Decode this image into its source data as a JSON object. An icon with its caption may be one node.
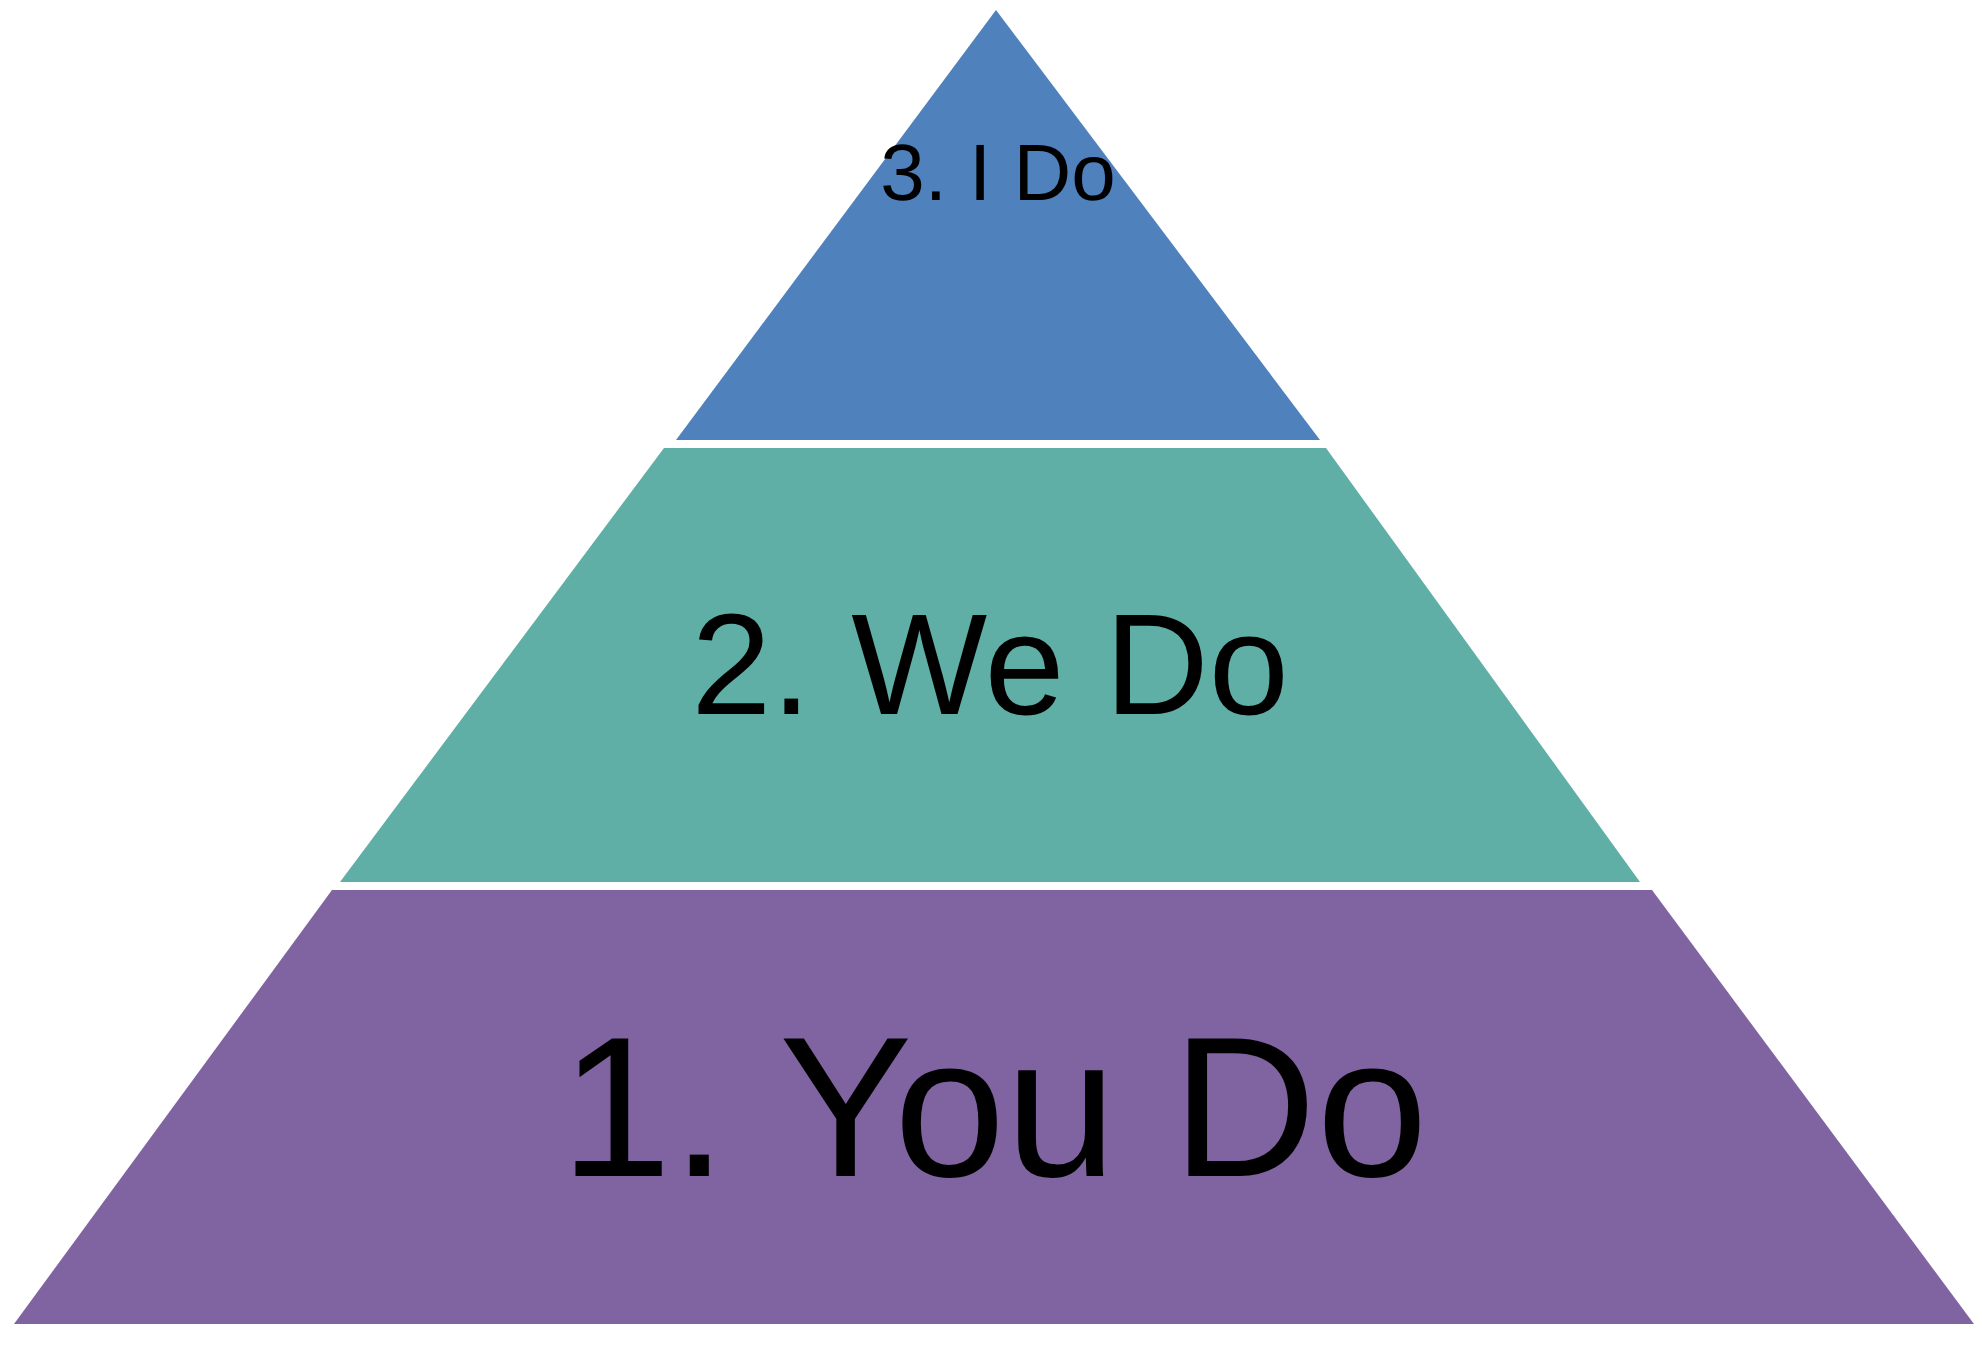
{
  "diagram": {
    "nodes": [
      {
        "text": [
          "3. I Do"
        ]
      },
      {
        "text": [
          "2. We Do"
        ]
      },
      {
        "text": [
          "1. You Do"
        ]
      }
    ]
  }
}
